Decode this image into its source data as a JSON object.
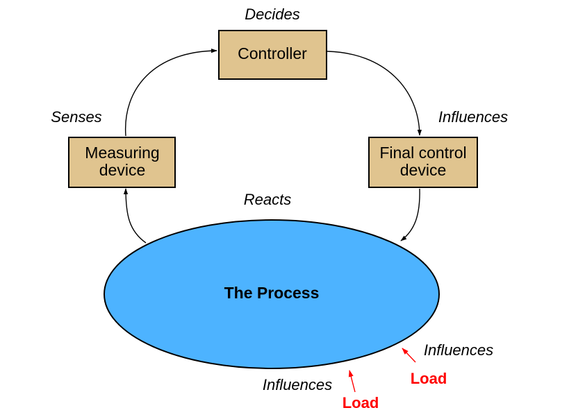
{
  "blocks": {
    "controller": {
      "label": "Controller"
    },
    "measuring_device": {
      "line1": "Measuring",
      "line2": "device"
    },
    "final_control_device": {
      "line1": "Final control",
      "line2": "device"
    },
    "process": {
      "label": "The Process"
    }
  },
  "labels": {
    "decides": "Decides",
    "senses": "Senses",
    "influences_top": "Influences",
    "reacts": "Reacts",
    "influences_right": "Influences",
    "influences_bottom": "Influences"
  },
  "loads": {
    "right": "Load",
    "bottom": "Load"
  },
  "colors": {
    "block_fill": "#e0c48f",
    "process_fill": "#4db3ff",
    "load_color": "#ff0000"
  }
}
